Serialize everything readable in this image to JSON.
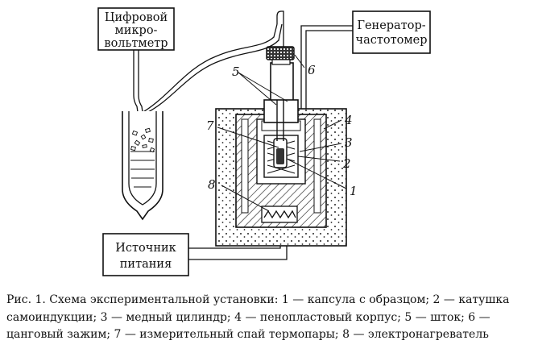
{
  "boxes": {
    "voltmeter": [
      "Цифровой",
      "микро-",
      "вольтметр"
    ],
    "generator": [
      "Генератор-",
      "частотомер"
    ],
    "power": [
      "Источник",
      "питания"
    ]
  },
  "numbers": {
    "n1": "1",
    "n2": "2",
    "n3": "3",
    "n4": "4",
    "n5": "5",
    "n6": "6",
    "n7": "7",
    "n8": "8"
  },
  "caption": "Рис. 1. Схема экспериментальной установки: 1 — капсула с образцом; 2 — катушка самоиндукции; 3 — медный цилиндр; 4 — пенопластовый корпус; 5 — шток; 6 — цанговый зажим; 7 — измерительный спай термопары; 8 — электронагреватель"
}
